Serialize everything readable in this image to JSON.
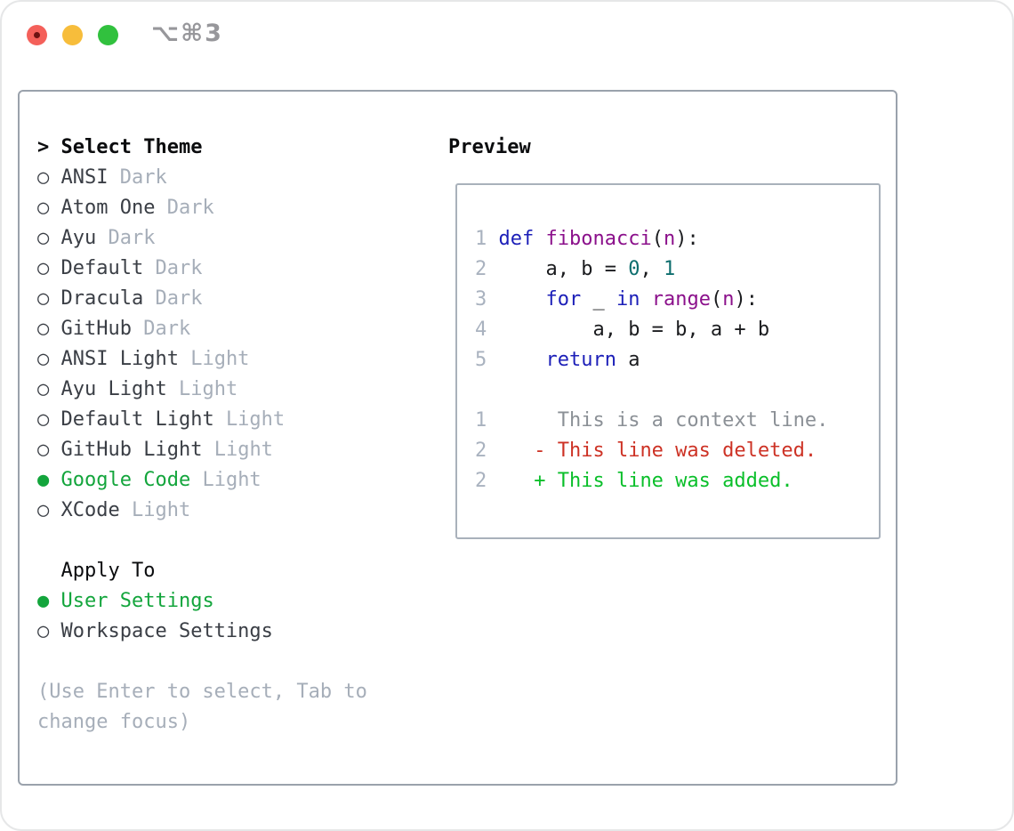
{
  "window": {
    "title": "⌥⌘3",
    "traffic_lights": {
      "close": "#f4605a",
      "close_dot": "#6d1312",
      "minimize": "#f7bd3b",
      "zoom": "#31c13e"
    }
  },
  "glyphs": {
    "header_prefix": "> ",
    "radio_unselected": "○ ",
    "radio_selected": "● "
  },
  "theme_panel": {
    "header": "Select Theme",
    "themes": [
      {
        "name": "ANSI",
        "variant": "Dark",
        "selected": false
      },
      {
        "name": "Atom One",
        "variant": "Dark",
        "selected": false
      },
      {
        "name": "Ayu",
        "variant": "Dark",
        "selected": false
      },
      {
        "name": "Default",
        "variant": "Dark",
        "selected": false
      },
      {
        "name": "Dracula",
        "variant": "Dark",
        "selected": false
      },
      {
        "name": "GitHub",
        "variant": "Dark",
        "selected": false
      },
      {
        "name": "ANSI Light",
        "variant": "Light",
        "selected": false
      },
      {
        "name": "Ayu Light",
        "variant": "Light",
        "selected": false
      },
      {
        "name": "Default Light",
        "variant": "Light",
        "selected": false
      },
      {
        "name": "GitHub Light",
        "variant": "Light",
        "selected": false
      },
      {
        "name": "Google Code",
        "variant": "Light",
        "selected": true
      },
      {
        "name": "XCode",
        "variant": "Light",
        "selected": false
      }
    ],
    "apply_to": {
      "header": "Apply To",
      "options": [
        {
          "label": "User Settings",
          "selected": true
        },
        {
          "label": "Workspace Settings",
          "selected": false
        }
      ]
    },
    "help_lines": [
      "(Use Enter to select, Tab to",
      "change focus)"
    ]
  },
  "preview": {
    "header": "Preview",
    "code_lines": [
      {
        "num": "1",
        "tokens": [
          [
            "kw",
            "def"
          ],
          [
            "plain",
            " "
          ],
          [
            "fn",
            "fibonacci"
          ],
          [
            "plain",
            "("
          ],
          [
            "fn",
            "n"
          ],
          [
            "plain",
            "):"
          ]
        ]
      },
      {
        "num": "2",
        "tokens": [
          [
            "plain",
            "    a, b = "
          ],
          [
            "num",
            "0"
          ],
          [
            "plain",
            ", "
          ],
          [
            "num",
            "1"
          ]
        ]
      },
      {
        "num": "3",
        "tokens": [
          [
            "plain",
            "    "
          ],
          [
            "kw",
            "for"
          ],
          [
            "plain",
            " _ "
          ],
          [
            "kw",
            "in"
          ],
          [
            "plain",
            " "
          ],
          [
            "fn",
            "range"
          ],
          [
            "plain",
            "("
          ],
          [
            "fn",
            "n"
          ],
          [
            "plain",
            "):"
          ]
        ]
      },
      {
        "num": "4",
        "tokens": [
          [
            "plain",
            "        a, b = b, a + b"
          ]
        ]
      },
      {
        "num": "5",
        "tokens": [
          [
            "plain",
            "    "
          ],
          [
            "kw",
            "return"
          ],
          [
            "plain",
            " a"
          ]
        ]
      },
      {
        "num": "",
        "tokens": []
      },
      {
        "num": "1",
        "tokens": [
          [
            "ctx",
            "     This is a context line."
          ]
        ]
      },
      {
        "num": "2",
        "tokens": [
          [
            "del",
            "   - This line was deleted."
          ]
        ]
      },
      {
        "num": "2",
        "tokens": [
          [
            "add",
            "   + This line was added."
          ]
        ]
      }
    ]
  },
  "colors": {
    "ink": "#3a3e45",
    "muted": "#a6aeb9",
    "selected_green": "#13a53c",
    "keyword": "#1c1fb8",
    "function": "#8b108b",
    "number": "#0d6e6e",
    "plain_code": "#1a1b1e",
    "context": "#8b9096",
    "deleted": "#cd3225",
    "added": "#0abf2a",
    "line_number": "#a9b2bf",
    "panel_border": "#9aa2ac",
    "preview_border": "#a9b1bb",
    "title": "#97979b"
  }
}
